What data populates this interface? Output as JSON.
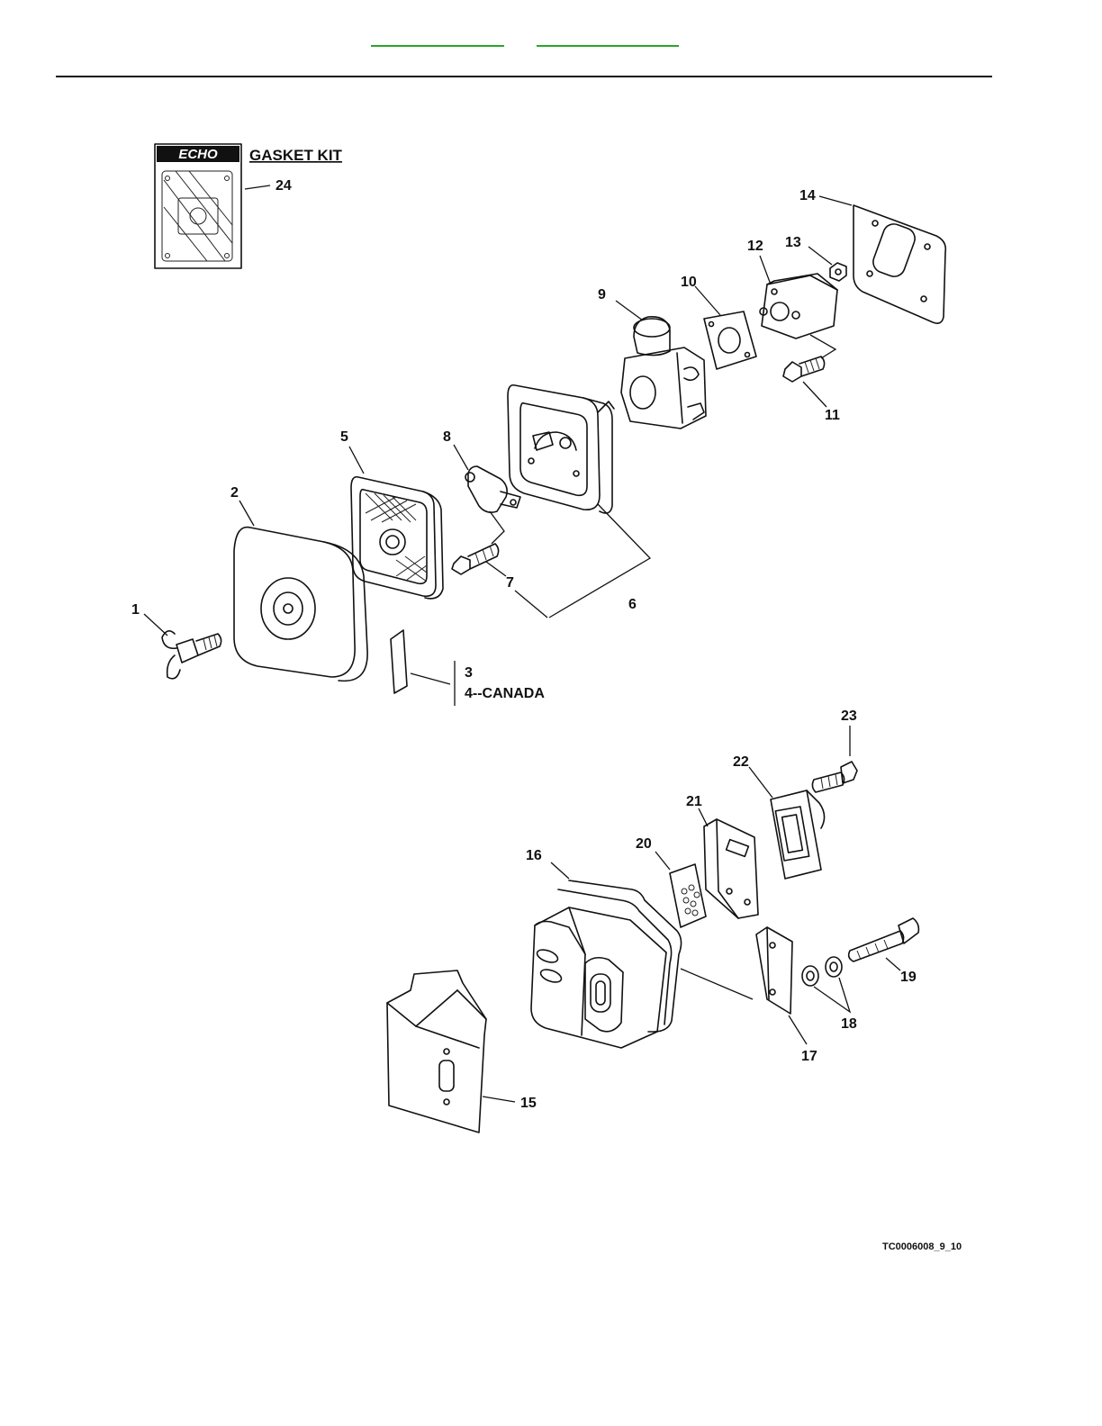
{
  "header": {
    "links": [
      "",
      ""
    ]
  },
  "diagram": {
    "gasket_kit": {
      "brand": "ECHO",
      "title": "GASKET KIT",
      "callout": "24"
    },
    "callouts": {
      "c1": "1",
      "c2": "2",
      "c3": "3",
      "c4": "4--CANADA",
      "c5": "5",
      "c6": "6",
      "c7": "7",
      "c8": "8",
      "c9": "9",
      "c10": "10",
      "c11": "11",
      "c12": "12",
      "c13": "13",
      "c14": "14",
      "c15": "15",
      "c16": "16",
      "c17": "17",
      "c18": "18",
      "c19": "19",
      "c20": "20",
      "c21": "21",
      "c22": "22",
      "c23": "23"
    },
    "figure_id": "TC0006008_9_10"
  }
}
